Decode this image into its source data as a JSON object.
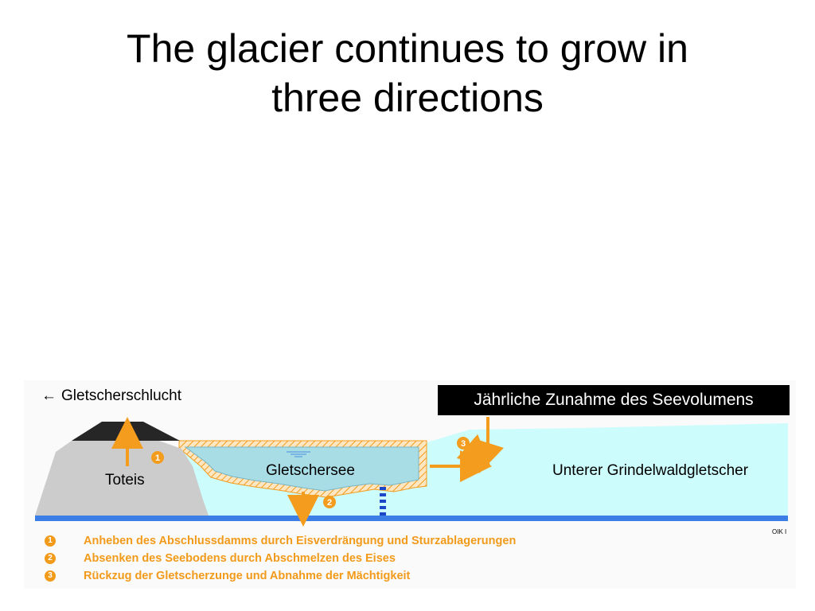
{
  "slide": {
    "title_line1": "The glacier continues to grow in",
    "title_line2": "three directions"
  },
  "diagram": {
    "gorge_arrow": "←",
    "gorge_label": "Gletscherschlucht",
    "banner": "Jährliche Zunahme des Seevolumens",
    "dead_ice_label": "Toteis",
    "lake_label": "Gletschersee",
    "glacier_label": "Unterer Grindelwaldgletscher",
    "credit": "OIK I",
    "markers": [
      "1",
      "2",
      "3"
    ],
    "colors": {
      "arrow": "#f39c1e",
      "ice": "#ccfcfc",
      "lake": "#a8dde6",
      "bedrock_line": "#3b7fe6",
      "moraine": "#cccccc",
      "debris": "#262626"
    }
  },
  "legend": [
    {
      "num": "1",
      "text": "Anheben des Abschlussdamms durch Eisverdrängung und Sturzablagerungen"
    },
    {
      "num": "2",
      "text": "Absenken des Seebodens durch Abschmelzen des Eises"
    },
    {
      "num": "3",
      "text": "Rückzug der Gletscherzunge und Abnahme der Mächtigkeit"
    }
  ]
}
